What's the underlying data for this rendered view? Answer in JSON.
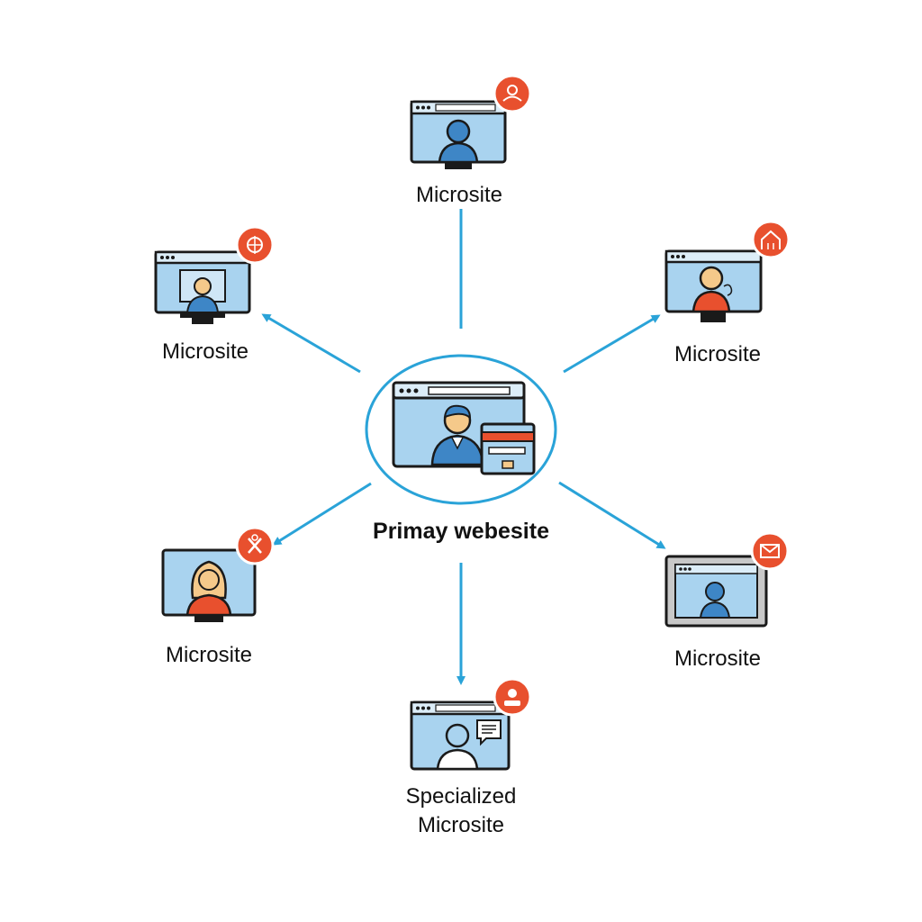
{
  "center": {
    "label": "Primay webesite"
  },
  "nodes": [
    {
      "id": "top",
      "label": "Microsite",
      "badge_icon": "user-icon",
      "avatar": "man-icon"
    },
    {
      "id": "upper-left",
      "label": "Microsite",
      "badge_icon": "globe-icon",
      "avatar": "person-icon"
    },
    {
      "id": "upper-right",
      "label": "Microsite",
      "badge_icon": "home-icon",
      "avatar": "person-icon"
    },
    {
      "id": "lower-left",
      "label": "Microsite",
      "badge_icon": "tools-icon",
      "avatar": "woman-icon"
    },
    {
      "id": "lower-right",
      "label": "Microsite",
      "badge_icon": "mail-icon",
      "avatar": "person-icon"
    },
    {
      "id": "bottom",
      "label_line1": "Specialized",
      "label_line2": "Microsite",
      "badge_icon": "profile-icon",
      "avatar": "person-with-chat-icon"
    }
  ],
  "colors": {
    "arrow": "#2aa3d8",
    "screen": "#a9d3ef",
    "frame": "#1a1a1a",
    "badge": "#e8502e",
    "person_blue": "#3e86c6",
    "person_orange": "#e8502e",
    "skin": "#f5c98a"
  }
}
